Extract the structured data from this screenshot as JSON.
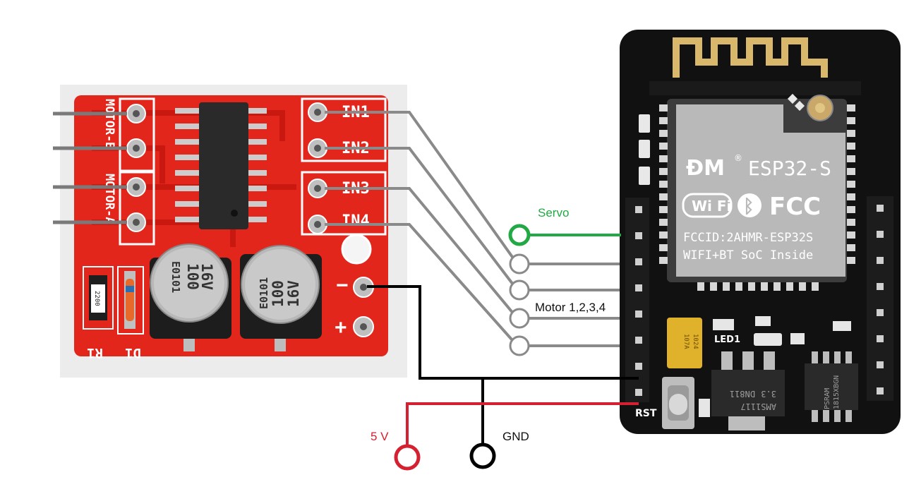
{
  "colors": {
    "servo": "#22a845",
    "power": "#d42030",
    "ground": "#000000",
    "motor_wires": "#8a8a8a",
    "driver_board": "#e3261c",
    "esp_board": "#111111"
  },
  "labels": {
    "servo": "Servo",
    "motor": "Motor 1,2,3,4",
    "power": "5 V",
    "ground": "GND"
  },
  "driver": {
    "pin_labels": [
      "IN1",
      "IN2",
      "IN3",
      "IN4"
    ],
    "side_labels": [
      "MOTOR-B",
      "MOTOR-A"
    ],
    "cap_text": [
      "E0101",
      "100",
      "16V"
    ],
    "resistor_text": "2200",
    "component_labels": [
      "R1",
      "D1"
    ],
    "minus": "−",
    "plus": "+"
  },
  "esp": {
    "brand": "ESP32-S",
    "fcc": "FCC",
    "fccid": "FCCID:2AHMR-ESP32S",
    "wifi_bt": "WIFI+BT SoC Inside",
    "wifi_logo": "Wi Fi",
    "bt_symbol": "ᛒ",
    "rst": "RST",
    "led": "LED1",
    "regulator": [
      "AMS1117",
      "3.3",
      "DN811"
    ],
    "tant": [
      "107A",
      "1024"
    ],
    "psram": [
      "PSRAM",
      "1815XBGN"
    ]
  }
}
